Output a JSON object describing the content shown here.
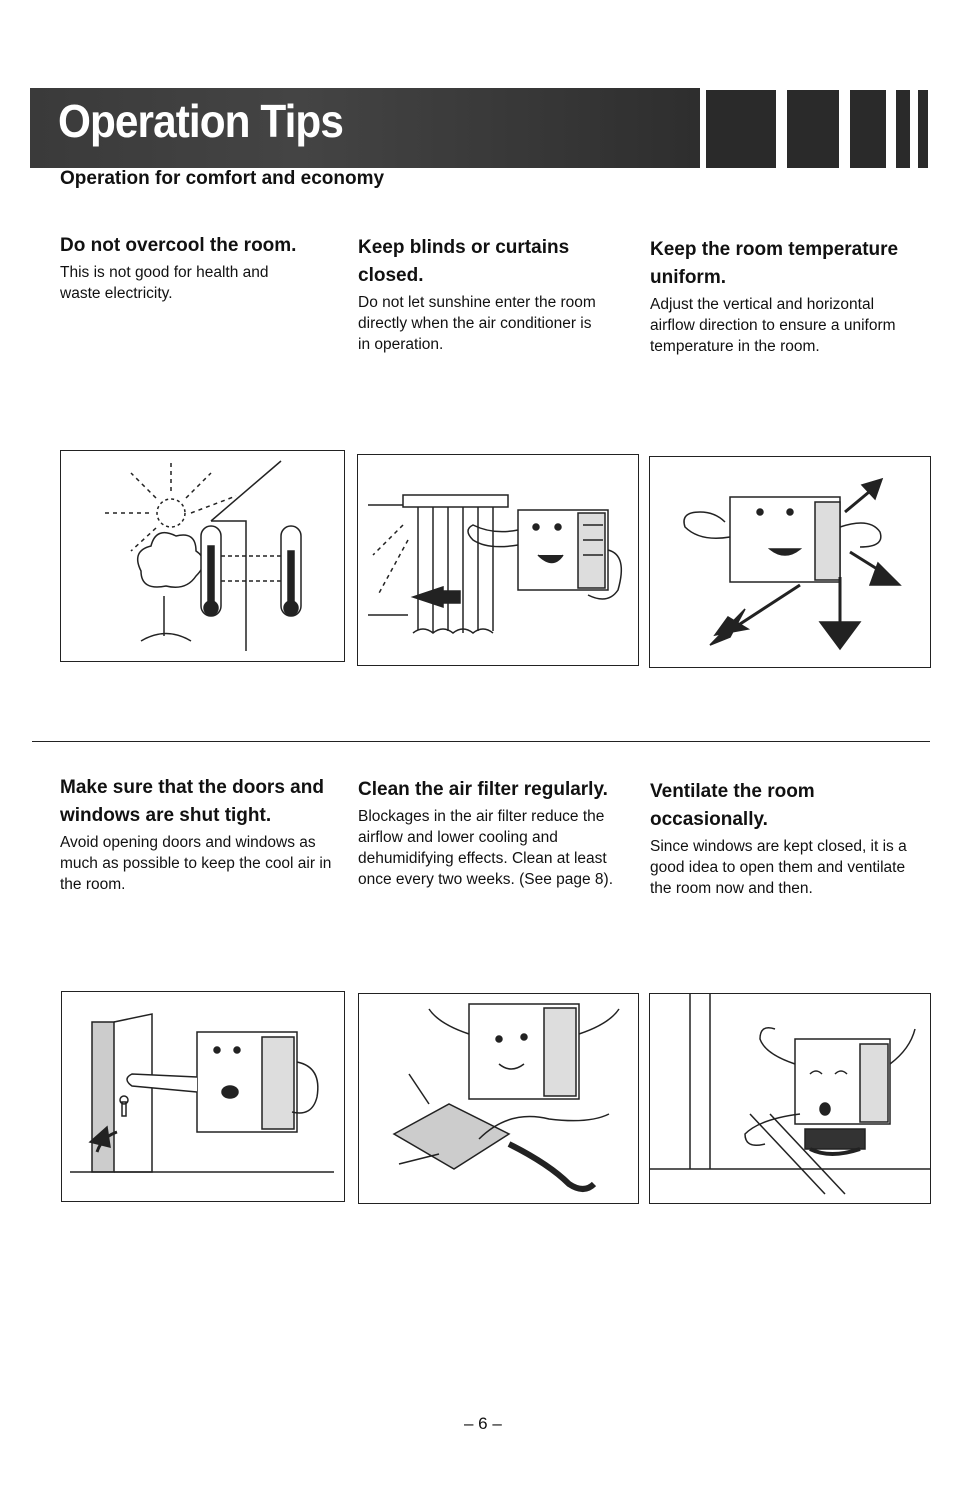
{
  "header": {
    "title": "Operation Tips",
    "subtitle": "Operation for comfort and economy"
  },
  "tips": [
    {
      "heading": "Do not overcool the room.",
      "body": "This is not good for health and waste electricity."
    },
    {
      "heading": "Keep blinds or curtains closed.",
      "body": "Do not let sunshine enter the room directly when the air conditioner is in operation."
    },
    {
      "heading": "Keep the room temperature uniform.",
      "body": "Adjust the vertical and horizontal airflow direction to ensure a uniform temperature in the room."
    },
    {
      "heading": "Make sure that the doors and windows are shut tight.",
      "body": "Avoid opening doors and windows as much as possible to keep the cool air in the room."
    },
    {
      "heading": "Clean the air filter regularly.",
      "body": "Blockages in the air filter reduce the airflow and lower cooling and dehumidifying effects. Clean at least once every two weeks. (See page 8)."
    },
    {
      "heading": "Ventilate the room occasionally.",
      "body": "Since windows are kept closed, it is a good idea to open them and ventilate the room now and then."
    }
  ],
  "illustrations": [
    "sun-thermometer-illustration",
    "curtain-illustration",
    "airflow-illustration",
    "door-illustration",
    "filter-cleaning-illustration",
    "window-ventilation-illustration"
  ],
  "footer": {
    "page": "– 6 –"
  }
}
